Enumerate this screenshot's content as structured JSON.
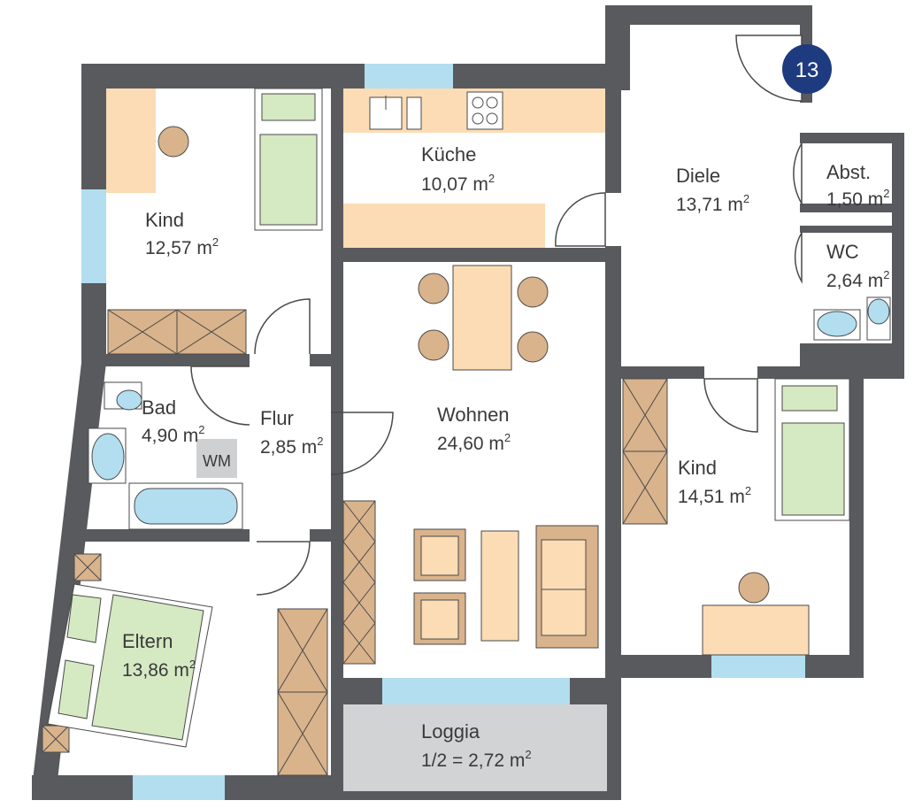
{
  "unit_badge": "13",
  "wm_label": "WM",
  "area_unit": "m",
  "area_unit_exp": "2",
  "rooms": {
    "kind1": {
      "name": "Kind",
      "area": "12,57"
    },
    "kueche": {
      "name": "Küche",
      "area": "10,07"
    },
    "diele": {
      "name": "Diele",
      "area": "13,71"
    },
    "abst": {
      "name": "Abst.",
      "area": "1,50"
    },
    "wc": {
      "name": "WC",
      "area": "2,64"
    },
    "bad": {
      "name": "Bad",
      "area": "4,90"
    },
    "flur": {
      "name": "Flur",
      "area": "2,85"
    },
    "wohnen": {
      "name": "Wohnen",
      "area": "24,60"
    },
    "kind2": {
      "name": "Kind",
      "area": "14,51"
    },
    "eltern": {
      "name": "Eltern",
      "area": "13,86"
    },
    "loggia": {
      "name": "Loggia",
      "area": "1/2 = 2,72"
    }
  },
  "colors": {
    "wall": "#595a5e",
    "window": "#b2def0",
    "furniture": "#fbdcb4",
    "furniture_dark": "#d9b38c",
    "bed": "#d5e9c3",
    "loggia": "#d2d3d5",
    "badge": "#1f3b80",
    "wm": "#cfd0d2",
    "line": "#4a4a4a"
  }
}
